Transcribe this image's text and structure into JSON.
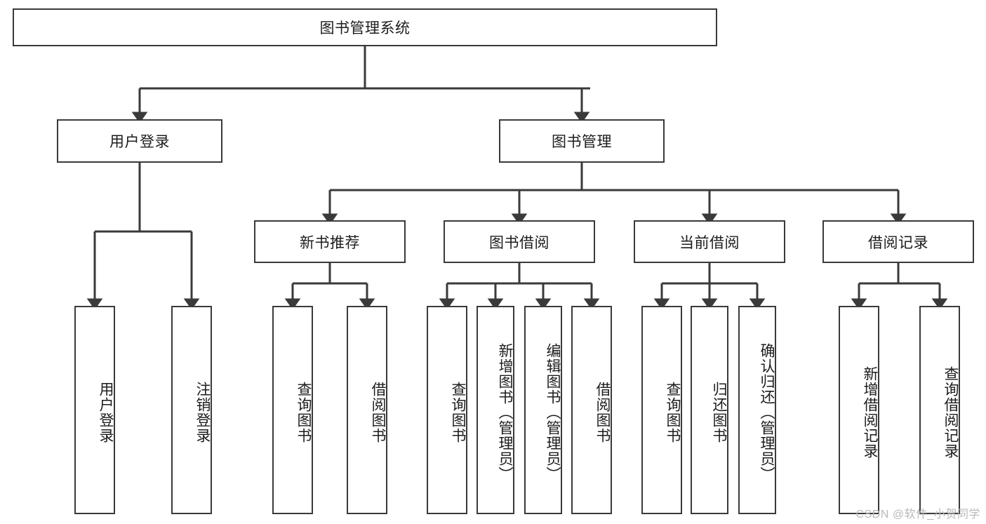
{
  "diagram": {
    "title": "图书管理系统",
    "type": "tree-hierarchy-chart",
    "watermark": "CSDN @软件_小贺同学",
    "colors": {
      "background": "#ffffff",
      "border": "#3a3a3a",
      "edge": "#3a3a3a",
      "text": "#1c1c1c",
      "watermark": "#b9b9b9"
    },
    "root": {
      "label": "图书管理系统"
    },
    "level2": [
      {
        "label": "用户登录"
      },
      {
        "label": "图书管理"
      }
    ],
    "level3": [
      {
        "label": "新书推荐"
      },
      {
        "label": "图书借阅"
      },
      {
        "label": "当前借阅"
      },
      {
        "label": "借阅记录"
      }
    ],
    "leaves": {
      "user_login": [
        {
          "label": "用户登录"
        },
        {
          "label": "注销登录"
        }
      ],
      "new_book_recommend": [
        {
          "label": "查询图书"
        },
        {
          "label": "借阅图书"
        }
      ],
      "book_borrow": [
        {
          "label": "查询图书"
        },
        {
          "label": "新增图书（管理员）"
        },
        {
          "label": "编辑图书（管理员）"
        },
        {
          "label": "借阅图书"
        }
      ],
      "current_borrow": [
        {
          "label": "查询图书"
        },
        {
          "label": "归还图书"
        },
        {
          "label": "确认归还（管理员）"
        }
      ],
      "borrow_record": [
        {
          "label": "新增借阅记录"
        },
        {
          "label": "查询借阅记录"
        }
      ]
    }
  }
}
